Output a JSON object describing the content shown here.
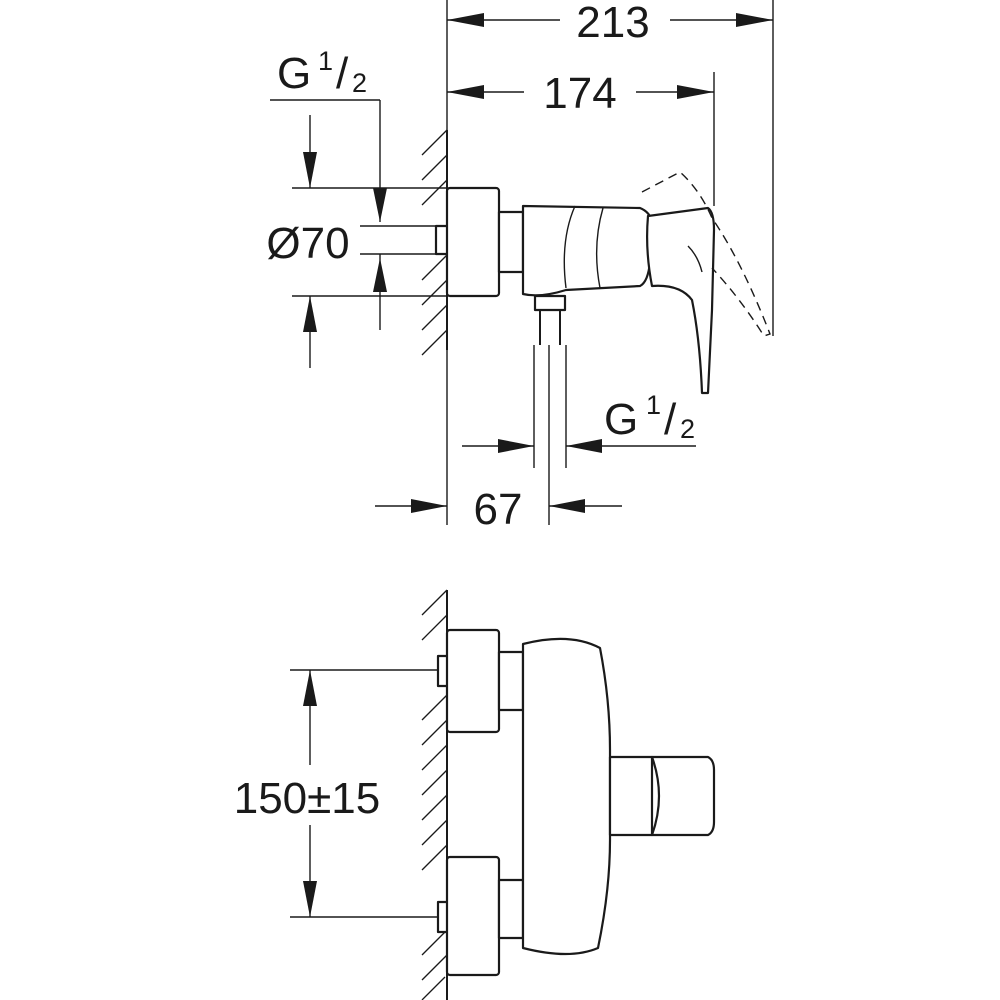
{
  "dimensions": {
    "overall_depth": "213",
    "lever_depth": "174",
    "rosette_diameter": "Ø70",
    "outlet_offset": "67",
    "inlet_spacing": "150±15"
  },
  "threads": {
    "inlet": {
      "prefix": "G",
      "numerator": "1",
      "slash": "/",
      "denominator": "2"
    },
    "outlet": {
      "prefix": "G",
      "numerator": "1",
      "slash": "/",
      "denominator": "2"
    }
  }
}
